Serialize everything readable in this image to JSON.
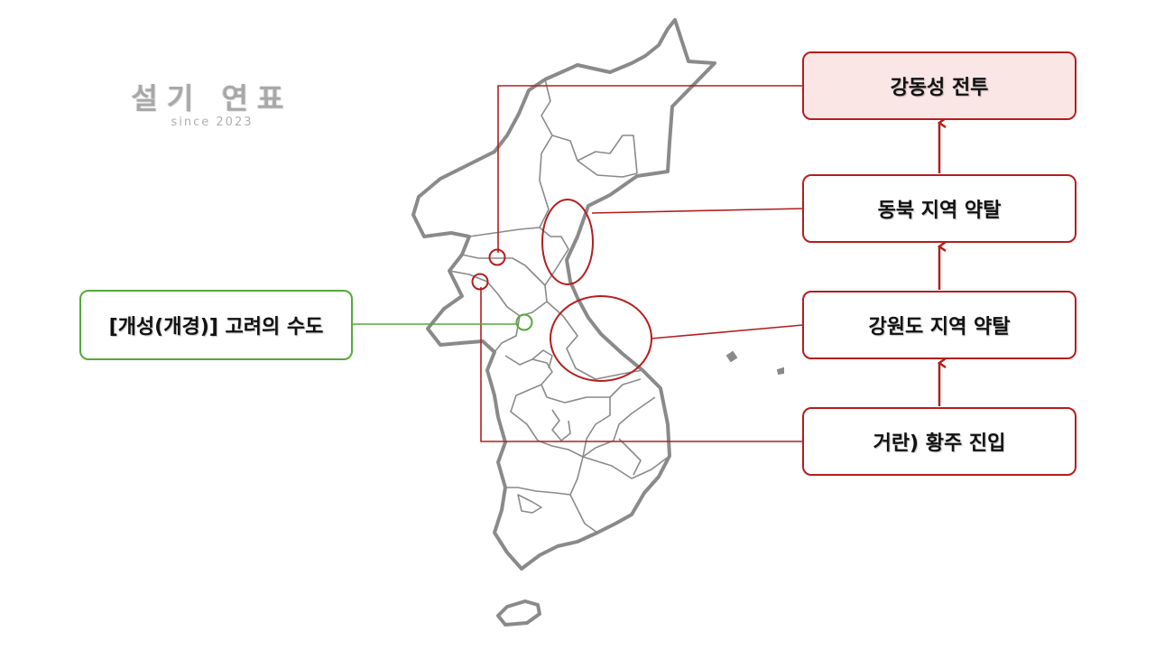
{
  "logo": {
    "title": "설기 연표",
    "subtitle": "since 2023"
  },
  "boxes": {
    "gangdong": "강동성 전투",
    "dongbuk": "동북 지역 약탈",
    "gangwon": "강원도 지역 약탈",
    "hwangju": "거란) 황주 진입",
    "gaeseong": "[개성(개경)] 고려의 수도"
  },
  "colors": {
    "red": "#b41e1e",
    "green": "#56a83a",
    "map_outline": "#8a8a8a",
    "highlight_fill": "#fbe6e6"
  }
}
